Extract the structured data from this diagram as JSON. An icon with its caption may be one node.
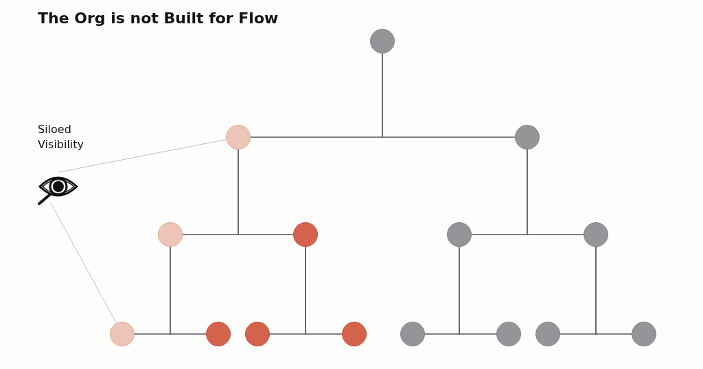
{
  "diagram": {
    "title": "The Org is not Built for Flow",
    "nodes": [
      {
        "text": [],
        "shape": "circle"
      },
      {
        "text": [],
        "shape": "circle"
      },
      {
        "text": [],
        "shape": "circle"
      },
      {
        "text": [],
        "shape": "picture",
        "beside": [
          "Siloed Visibility"
        ]
      },
      {
        "text": [],
        "shape": "circle"
      },
      {
        "text": [],
        "shape": "circle"
      },
      {
        "text": [],
        "shape": "circle"
      },
      {
        "text": [],
        "shape": "circle"
      },
      {
        "text": [],
        "shape": "circle"
      },
      {
        "text": [],
        "shape": "circle"
      },
      {
        "text": [],
        "shape": "circle"
      },
      {
        "text": [],
        "shape": "circle"
      },
      {
        "text": [],
        "shape": "circle"
      },
      {
        "text": [],
        "shape": "circle"
      },
      {
        "text": [],
        "shape": "circle"
      },
      {
        "text": [],
        "shape": "circle"
      }
    ],
    "edges": [
      {
        "from": 0,
        "to": 1,
        "arrow": "none"
      },
      {
        "from": 0,
        "to": 2,
        "arrow": "none"
      },
      {
        "from": 1,
        "to": 4,
        "arrow": "none"
      },
      {
        "from": 1,
        "to": 5,
        "arrow": "none"
      },
      {
        "from": 2,
        "to": 6,
        "arrow": "none"
      },
      {
        "from": 2,
        "to": 7,
        "arrow": "none"
      },
      {
        "from": 4,
        "to": 8,
        "arrow": "none"
      },
      {
        "from": 4,
        "to": 9,
        "arrow": "none"
      },
      {
        "from": 5,
        "to": 10,
        "arrow": "none"
      },
      {
        "from": 5,
        "to": 11,
        "arrow": "none"
      },
      {
        "from": 6,
        "to": 12,
        "arrow": "none"
      },
      {
        "from": 6,
        "to": 13,
        "arrow": "none"
      },
      {
        "from": 7,
        "to": 14,
        "arrow": "none"
      },
      {
        "from": 7,
        "to": 15,
        "arrow": "none"
      },
      {
        "from": 3,
        "to": 1,
        "arrow": "none",
        "color": "#bcbcbc"
      },
      {
        "from": 3,
        "to": 8,
        "arrow": "none",
        "color": "#bcbcbc"
      }
    ]
  }
}
